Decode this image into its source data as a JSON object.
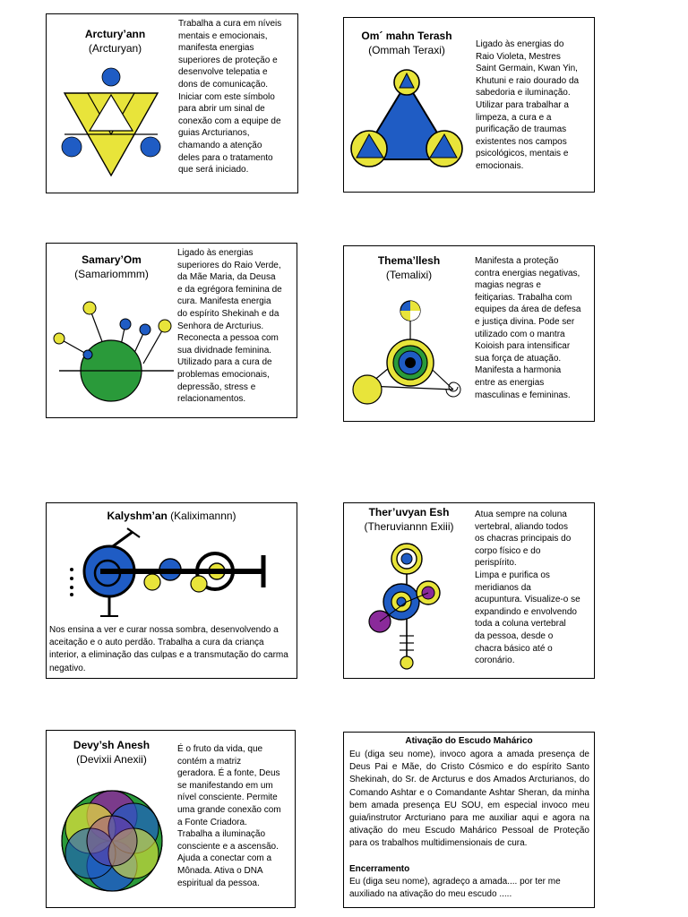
{
  "cards": [
    {
      "name": "Arctury’ann",
      "alt": "(Arcturyan)",
      "description": "Trabalha a cura em níveis\nmentais e emocionais,\nmanifesta energias\nsuperiores de proteção e\ndesenvolve telepatia e\ndons de comunicação.\nIniciar com este símbolo\npara abrir um sinal de\nconexão com a equipe de\nguias Arcturianos,\nchamando a atenção\ndeles para o tratamento\nque será iniciado."
    },
    {
      "name": "Om´ mahn Terash",
      "alt": "(Ommah Teraxi)",
      "description": "Ligado às energias do\nRaio Violeta, Mestres\nSaint Germain, Kwan Yin,\nKhutuni e raio dourado da\nsabedoria e iluminação.\nUtilizar para trabalhar a\nlimpeza, a cura e a\npurificação de traumas\nexistentes nos campos\npsicológicos, mentais e\nemocionais."
    },
    {
      "name": "Samary’Om",
      "alt": "(Samariommm)",
      "description": "Ligado às energias\nsuperiores do Raio Verde,\nda Mãe Maria,  da Deusa\ne da egrégora feminina de\ncura. Manifesta energia\ndo espírito Shekinah e da\nSenhora de Arcturius.\nReconecta a pessoa com\nsua dividnade feminina.\nUtilizado para a cura de\nproblemas emocionais,\ndepressão, stress e\nrelacionamentos."
    },
    {
      "name": "Thema’llesh",
      "alt": "(Temalixi)",
      "description": "Manifesta a proteção\ncontra energias negativas,\nmagias negras e\nfeitiçarias. Trabalha com\nequipes da área de defesa\ne justiça divina. Pode ser\nutilizado com o mantra\nKoioish para intensificar\nsua força de atuação.\nManifesta a harmonia\nentre as energias\nmasculinas e femininas."
    },
    {
      "name": "Kalyshm’an",
      "alt": "(Kaliximannn)",
      "description": "Nos ensina a ver e curar nossa sombra, desenvolvendo a aceitação e o auto perdão. Trabalha a cura da criança interior, a eliminação das culpas e a transmutação do carma negativo."
    },
    {
      "name": "Ther’uvyan Esh",
      "alt": "(Theruviannn Exiii)",
      "description": "Atua sempre na coluna\nvertebral, aliando todos\nos chacras principais do\ncorpo físico e do\nperispírito.\nLimpa e purifica os\nmeridianos da\nacupuntura. Visualize-o se\nexpandindo e envolvendo\ntoda a coluna vertebral\nda pessoa, desde o\nchacra básico até o\ncoronário."
    },
    {
      "name": "Devy’sh Anesh",
      "alt": "(Devixii Anexii)",
      "description": "É o fruto da vida, que\ncontém a matriz\ngeradora. É a fonte, Deus\nse manifestando em um\nnível consciente. Permite\numa grande conexão com\na Fonte Criadora.\nTrabalha a iluminação\nconsciente e a ascensão.\nAjuda a conectar com a\nMônada. Ativa o DNA\nespiritual da pessoa."
    }
  ],
  "activation": {
    "title": "Ativação do  Escudo Mahárico",
    "body": "Eu (diga seu nome), invoco agora a amada presença de Deus Pai e Mãe, do Cristo Cósmico e do espírito Santo Shekinah, do Sr. de Arcturus e dos Amados Arcturianos, do Comando Ashtar e o Comandante Ashtar Sheran, da minha bem amada presença EU SOU, em especial invoco meu guia/instrutor Arcturiano para me auxiliar aqui e agora na ativação do meu Escudo Mahárico Pessoal de Proteção para os trabalhos multidimensionais de cura.",
    "closing_title": "Encerramento",
    "closing_body": "Eu (diga seu nome), agradeço  a amada.... por ter me auxiliado na ativação do meu escudo ....."
  },
  "colors": {
    "yellow": "#e8e43a",
    "blue": "#1f5cc4",
    "green": "#2a9a3a",
    "violet": "#8a2a9a",
    "black": "#000000"
  }
}
